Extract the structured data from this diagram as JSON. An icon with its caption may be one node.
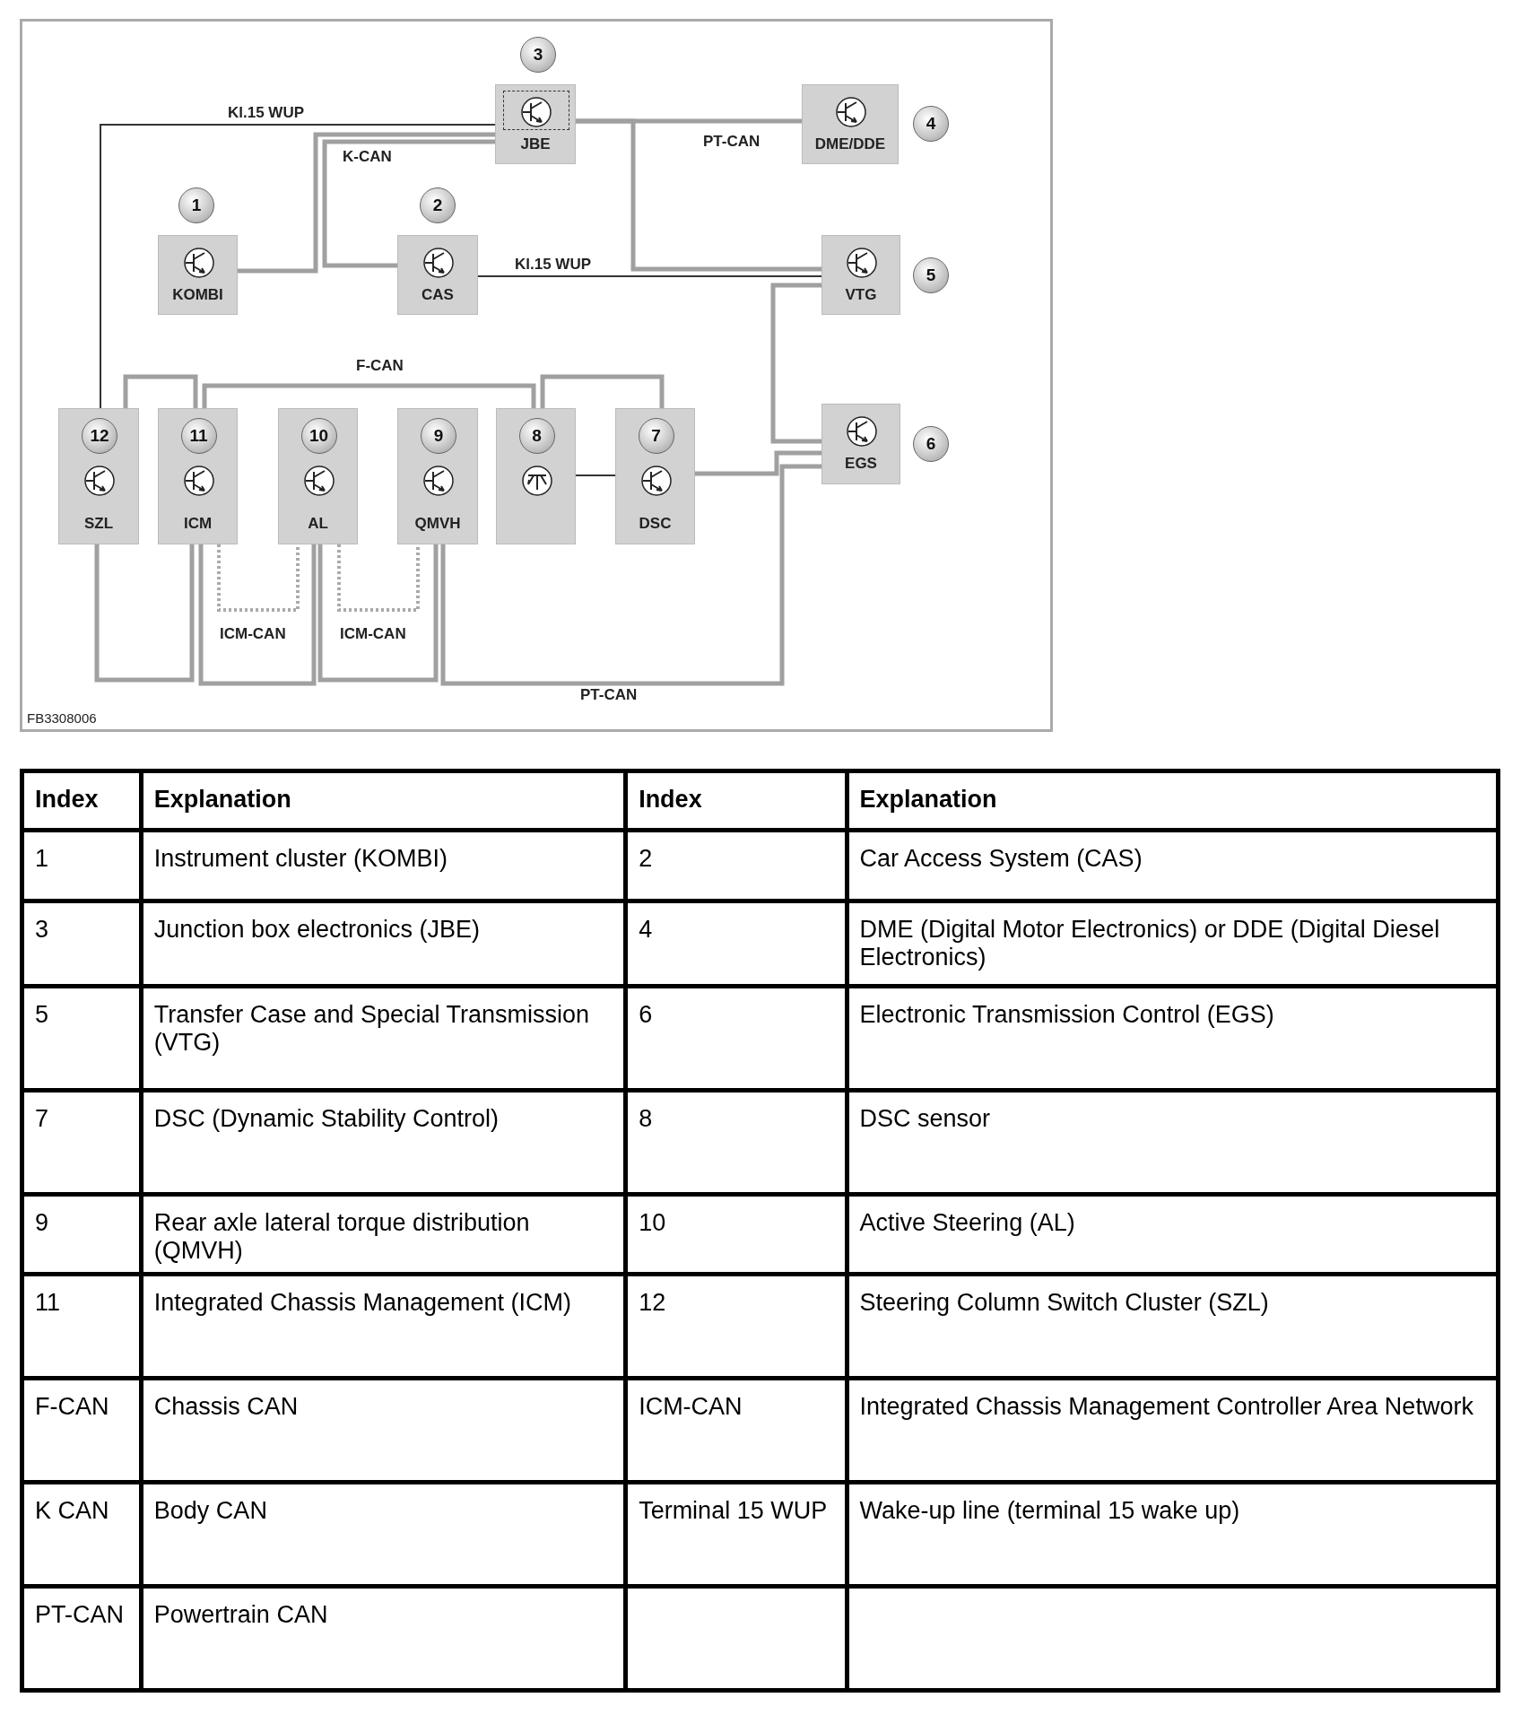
{
  "diagram": {
    "nodes": [
      {
        "text": [
          "JBE"
        ],
        "beside": [
          "3"
        ]
      },
      {
        "text": [
          "DME/DDE"
        ],
        "beside": [
          "4"
        ]
      },
      {
        "text": [
          "KOMBI"
        ],
        "beside": [
          "1"
        ]
      },
      {
        "text": [
          "CAS"
        ],
        "beside": [
          "2"
        ]
      },
      {
        "text": [
          "VTG"
        ],
        "beside": [
          "5"
        ]
      },
      {
        "text": [
          "EGS"
        ],
        "beside": [
          "6"
        ]
      },
      {
        "text": [
          "12",
          "SZL"
        ]
      },
      {
        "text": [
          "11",
          "ICM"
        ]
      },
      {
        "text": [
          "10",
          "AL"
        ]
      },
      {
        "text": [
          "9",
          "QMVH"
        ]
      },
      {
        "text": [
          "8"
        ]
      },
      {
        "text": [
          "7",
          "DSC"
        ]
      }
    ],
    "edges": [
      {
        "from": 0,
        "to": 6,
        "arrow": "none",
        "label": "Kl.15 WUP",
        "color": "#333333"
      },
      {
        "from": 0,
        "to": 2,
        "arrow": "none",
        "label": "K-CAN"
      },
      {
        "from": 0,
        "to": 3,
        "arrow": "none"
      },
      {
        "from": 0,
        "to": 1,
        "arrow": "none",
        "label": "PT-CAN"
      },
      {
        "from": 0,
        "to": 4,
        "arrow": "none"
      },
      {
        "from": 3,
        "to": 4,
        "arrow": "none",
        "label": "Kl.15 WUP",
        "color": "#333333"
      },
      {
        "from": 4,
        "to": 5,
        "arrow": "none"
      },
      {
        "from": 11,
        "to": 5,
        "arrow": "none"
      },
      {
        "from": 6,
        "to": 7,
        "arrow": "none"
      },
      {
        "from": 7,
        "to": 10,
        "arrow": "none",
        "label": "F-CAN"
      },
      {
        "from": 10,
        "to": 11,
        "arrow": "none"
      },
      {
        "from": 10,
        "to": 11,
        "arrow": "none",
        "color": "#333333"
      },
      {
        "from": 7,
        "to": 8,
        "arrow": "none",
        "label": "ICM-CAN",
        "style": "dashed"
      },
      {
        "from": 8,
        "to": 9,
        "arrow": "none",
        "label": "ICM-CAN",
        "style": "dashed"
      },
      {
        "from": 6,
        "to": 7,
        "arrow": "none"
      },
      {
        "from": 7,
        "to": 8,
        "arrow": "none"
      },
      {
        "from": 8,
        "to": 9,
        "arrow": "none"
      },
      {
        "from": 9,
        "to": 5,
        "arrow": "none",
        "label": "PT-CAN"
      }
    ],
    "labels": [
      "FB3308006",
      "Index",
      "Explanation",
      "Index",
      "Explanation",
      "1",
      "Instrument cluster (KOMBI)",
      "2",
      "Car Access System (CAS)",
      "3",
      "Junction box electronics (JBE)",
      "4",
      "DME (Digital Motor Electronics) or DDE (Digital Diesel Electronics)",
      "5",
      "Transfer Case and Special Transmission (VTG)",
      "6",
      "Electronic Transmission Control (EGS)",
      "7",
      "DSC (Dynamic Stability Control)",
      "8",
      "DSC sensor",
      "9",
      "Rear axle lateral torque distribution (QMVH)",
      "10",
      "Active Steering (AL)",
      "11",
      "Integrated Chassis Management (ICM)",
      "12",
      "Steering Column Switch Cluster (SZL)",
      "F-CAN",
      "Chassis CAN",
      "ICM-CAN",
      "Integrated Chassis Management Controller Area Network",
      "K CAN",
      "Body CAN",
      "Terminal 15 WUP",
      "Wake-up line (terminal 15 wake up)",
      "PT-CAN",
      "Powertrain CAN"
    ]
  }
}
